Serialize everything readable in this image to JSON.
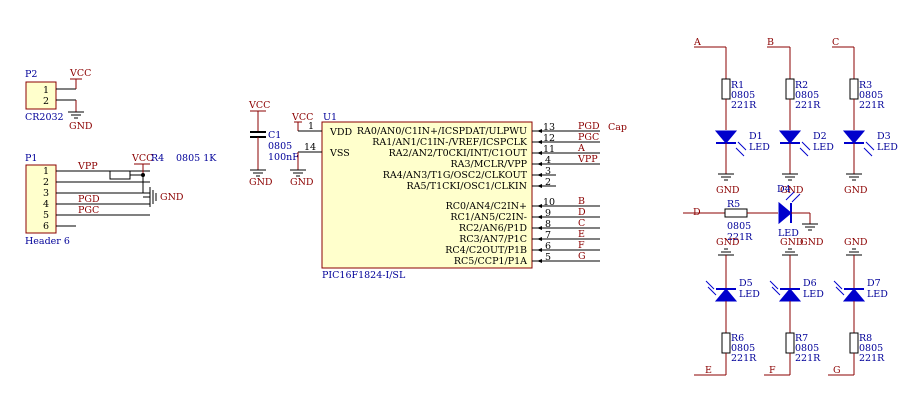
{
  "p2": {
    "ref": "P2",
    "value": "CR2032",
    "pins": [
      "1",
      "2"
    ],
    "vcc": "VCC",
    "gnd": "GND"
  },
  "p1": {
    "ref": "P1",
    "value": "Header 6",
    "pins": [
      "1",
      "2",
      "3",
      "4",
      "5",
      "6"
    ],
    "nets": [
      "VPP",
      "PGD",
      "PGC"
    ]
  },
  "r4": {
    "ref": "R4",
    "vcc": "VCC",
    "value": "0805 1K",
    "gnd": "GND"
  },
  "c1": {
    "ref": "C1",
    "pkg": "0805",
    "value": "100nF",
    "vcc": "VCC",
    "gnd": "GND"
  },
  "u1": {
    "ref": "U1",
    "part": "PIC16F1824-I/SL",
    "vcc": "VCC",
    "gnd": "GND",
    "left_pins": [
      {
        "num": "1",
        "name": "VDD"
      },
      {
        "num": "14",
        "name": "VSS"
      }
    ],
    "right_pins": [
      {
        "num": "13",
        "name": "RA0/AN0/C1IN+/ICSPDAT/ULPWU",
        "net": "PGD"
      },
      {
        "num": "12",
        "name": "RA1/AN1/C1IN-/VREF/ICSPCLK",
        "net": "PGC"
      },
      {
        "num": "11",
        "name": "RA2/AN2/T0CKI/INT/C1OUT",
        "net": "A"
      },
      {
        "num": "4",
        "name": "RA3/MCLR/VPP",
        "net": "VPP"
      },
      {
        "num": "3",
        "name": "RA4/AN3/T1G/OSC2/CLKOUT",
        "net": ""
      },
      {
        "num": "2",
        "name": "RA5/T1CKI/OSC1/CLKIN",
        "net": ""
      },
      {
        "num": "10",
        "name": "RC0/AN4/C2IN+",
        "net": "B"
      },
      {
        "num": "9",
        "name": "RC1/AN5/C2IN-",
        "net": "D"
      },
      {
        "num": "8",
        "name": "RC2/AN6/P1D",
        "net": "C"
      },
      {
        "num": "7",
        "name": "RC3/AN7/P1C",
        "net": "E"
      },
      {
        "num": "6",
        "name": "RC4/C2OUT/P1B",
        "net": "F"
      },
      {
        "num": "5",
        "name": "RC5/CCP1/P1A",
        "net": "G"
      }
    ],
    "cap_label": "Cap"
  },
  "led_top": [
    {
      "net": "A",
      "r_ref": "R1",
      "r_pkg": "0805",
      "r_val": "221R",
      "d_ref": "D1",
      "d_val": "LED",
      "gnd": "GND"
    },
    {
      "net": "B",
      "r_ref": "R2",
      "r_pkg": "0805",
      "r_val": "221R",
      "d_ref": "D2",
      "d_val": "LED",
      "gnd": "GND"
    },
    {
      "net": "C",
      "r_ref": "R3",
      "r_pkg": "0805",
      "r_val": "221R",
      "d_ref": "D3",
      "d_val": "LED",
      "gnd": "GND"
    }
  ],
  "led_mid": {
    "net": "D",
    "r_ref": "R5",
    "r_pkg": "0805",
    "r_val": "221R",
    "d_ref": "D4",
    "d_val": "LED",
    "gnd": "GND"
  },
  "led_bot": [
    {
      "net": "E",
      "r_ref": "R6",
      "r_pkg": "0805",
      "r_val": "221R",
      "d_ref": "D5",
      "d_val": "LED",
      "gnd": "GND"
    },
    {
      "net": "F",
      "r_ref": "R7",
      "r_pkg": "0805",
      "r_val": "221R",
      "d_ref": "D6",
      "d_val": "LED",
      "gnd": "GND"
    },
    {
      "net": "G",
      "r_ref": "R8",
      "r_pkg": "0805",
      "r_val": "221R",
      "d_ref": "D7",
      "d_val": "LED",
      "gnd": "GND"
    }
  ]
}
